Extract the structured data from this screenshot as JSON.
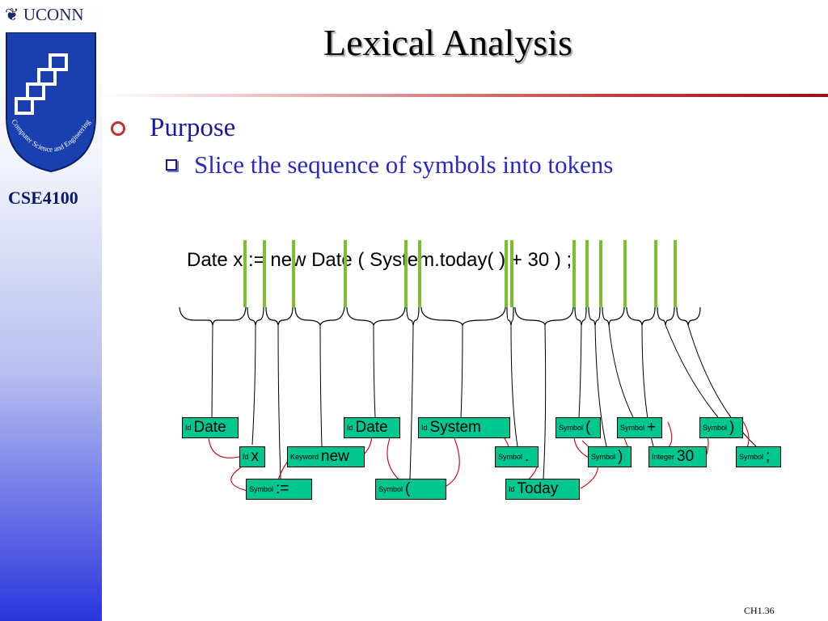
{
  "sidebar": {
    "org": "UCONN",
    "logo_text": "Computer Science and Engineering",
    "course": "CSE4100"
  },
  "slide": {
    "title": "Lexical Analysis",
    "bullet1": "Purpose",
    "bullet2": "Slice the sequence of symbols into tokens",
    "source_line": "Date x := new Date ( System.today( ) + 30 ) ;",
    "number": "CH1.36"
  },
  "tokens": [
    {
      "kind": "Id",
      "value": "Date"
    },
    {
      "kind": "Id",
      "value": "x"
    },
    {
      "kind": "Symbol",
      "value": ":="
    },
    {
      "kind": "Keyword",
      "value": "new"
    },
    {
      "kind": "Id",
      "value": "Date"
    },
    {
      "kind": "Symbol",
      "value": "("
    },
    {
      "kind": "Id",
      "value": "System"
    },
    {
      "kind": "Symbol",
      "value": "."
    },
    {
      "kind": "Id",
      "value": "Today"
    },
    {
      "kind": "Symbol",
      "value": "("
    },
    {
      "kind": "Symbol",
      "value": ")"
    },
    {
      "kind": "Symbol",
      "value": "+"
    },
    {
      "kind": "Integer",
      "value": "30"
    },
    {
      "kind": "Symbol",
      "value": ")"
    },
    {
      "kind": "Symbol",
      "value": ";"
    }
  ],
  "colors": {
    "token_fill": "#00c68f",
    "separator": "#7ac12c",
    "connector": "#cc0000",
    "bullet_text": "#1a1aa0"
  }
}
